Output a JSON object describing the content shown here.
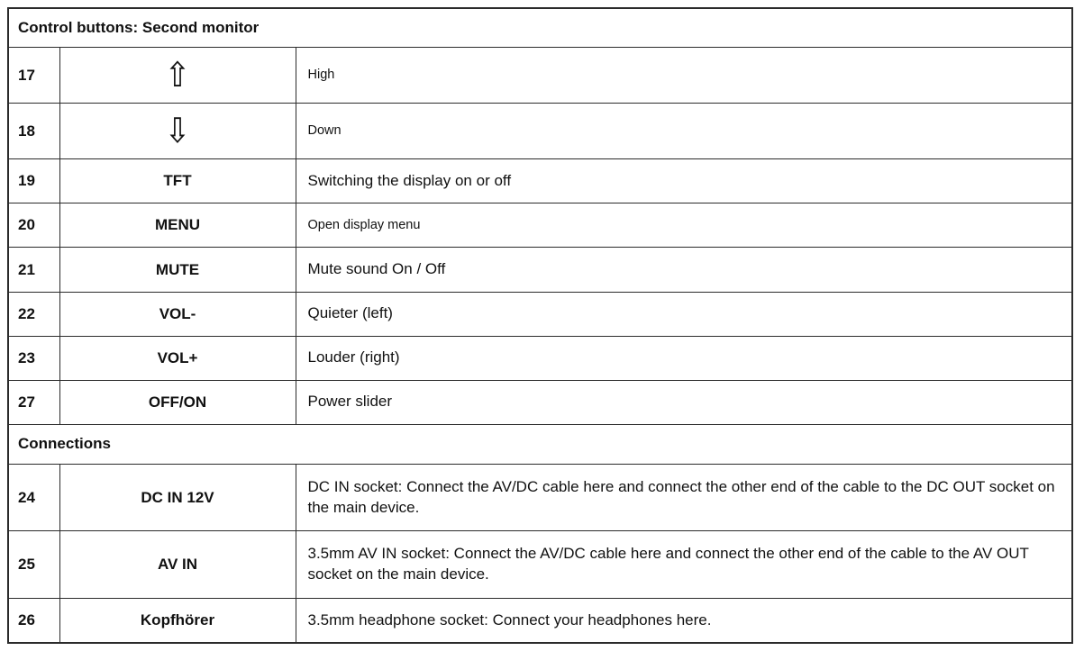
{
  "page": {
    "sections": {
      "controls": "Control buttons: Second monitor",
      "connections": "Connections"
    },
    "icons": {
      "up": "⇧",
      "down": "⇩"
    },
    "rows": [
      {
        "num": "17",
        "desc": "High"
      },
      {
        "num": "18",
        "desc": "Down"
      },
      {
        "num": "19",
        "label": "TFT",
        "desc": "Switching the display on or off"
      },
      {
        "num": "20",
        "label": "MENU",
        "desc": "Open display menu"
      },
      {
        "num": "21",
        "label": "MUTE",
        "desc": "Mute sound On / Off"
      },
      {
        "num": "22",
        "label": "VOL-",
        "desc": "Quieter (left)"
      },
      {
        "num": "23",
        "label": "VOL+",
        "desc": "Louder (right)"
      },
      {
        "num": "27",
        "label": "OFF/ON",
        "desc": "Power slider"
      },
      {
        "num": "24",
        "label": "DC IN 12V",
        "desc": "DC IN socket: Connect the AV/DC cable here and connect the other end of the cable to the DC OUT socket on the main device."
      },
      {
        "num": "25",
        "label": "AV IN",
        "desc": "3.5mm AV IN socket: Connect the AV/DC cable here and connect the other end of the cable to the AV OUT socket on the main device."
      },
      {
        "num": "26",
        "label": "Kopfhörer",
        "desc": "3.5mm headphone socket: Connect your headphones here."
      }
    ]
  }
}
